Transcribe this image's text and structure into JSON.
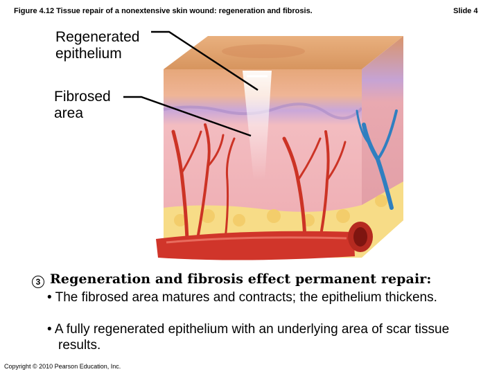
{
  "header": {
    "figure_title": "Figure 4.12 Tissue repair of a nonextensive skin wound: regeneration and fibrosis.",
    "slide_label": "Slide 4"
  },
  "callouts": {
    "regenerated_line1": "Regenerated",
    "regenerated_line2": "epithelium",
    "fibrosed_line1": "Fibrosed",
    "fibrosed_line2": "area"
  },
  "step": {
    "number": "3",
    "heading": "Regeneration and fibrosis effect permanent repair:",
    "bullets": [
      "• The fibrosed area matures and contracts; the epithelium thickens.",
      "• A fully regenerated epithelium with an underlying area of scar tissue results."
    ]
  },
  "footer": {
    "copyright": "Copyright © 2010 Pearson Education, Inc."
  },
  "colors": {
    "epidermis": "#e5a878",
    "dermis": "#f0b7b5",
    "basement_band": "#c9a6d8",
    "fat": "#f6dc8a",
    "artery": "#d03526",
    "vein": "#2f7fc0",
    "scar": "#ffffff"
  }
}
